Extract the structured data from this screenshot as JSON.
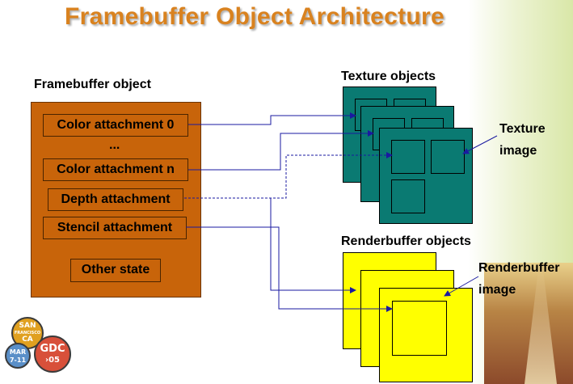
{
  "title": "Framebuffer Object Architecture",
  "fbo": {
    "label": "Framebuffer object",
    "attachments": [
      "Color attachment 0",
      "...",
      "Color attachment n",
      "Depth attachment",
      "Stencil attachment",
      "Other state"
    ]
  },
  "texture": {
    "label": "Texture objects",
    "image_label_1": "Texture",
    "image_label_2": "image"
  },
  "renderbuffer": {
    "label": "Renderbuffer objects",
    "image_label_1": "Renderbuffer",
    "image_label_2": "image"
  },
  "logo": {
    "city_1": "SAN",
    "city_2": "FRANCISCO",
    "state": "CA",
    "month": "MAR",
    "dates": "7-11",
    "event": "GDC",
    "year": "›05"
  },
  "colors": {
    "title": "#d9821f",
    "fbo_fill": "#c8640a",
    "texture_fill": "#0a7a72",
    "renderbuffer_fill": "#ffff00",
    "connector": "#1a1aa0"
  }
}
